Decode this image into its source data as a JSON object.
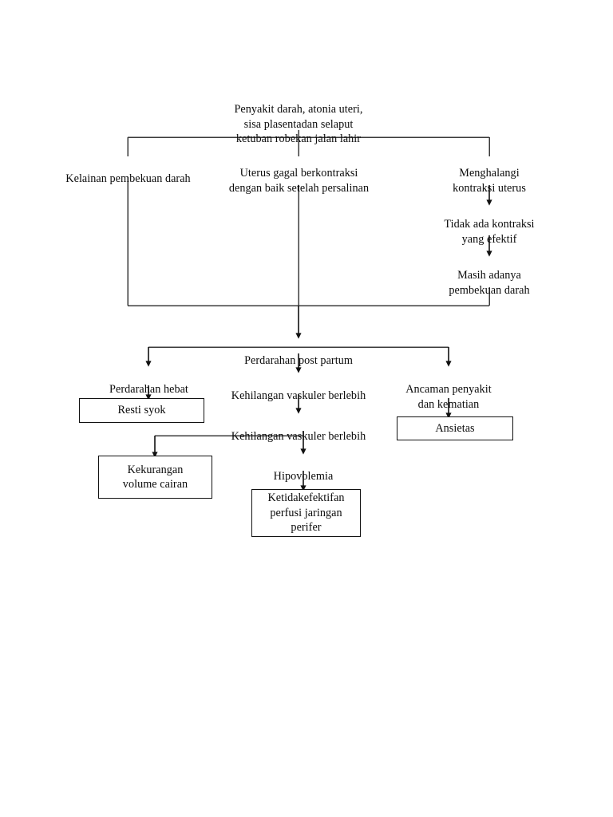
{
  "document": {
    "type": "flowchart",
    "title": "Pathway Perdarahan Post Partum",
    "language": "id",
    "background_color": "#ffffff",
    "line_color": "#1a1a1a",
    "text_color": "#0b0b0b"
  },
  "nodes": {
    "root": {
      "id": "root",
      "label": "Penyakit darah, atonia uteri,\nsisa plasentadan selaput\nketuban robekan jalan lahir",
      "shape": "plain"
    },
    "branch_left": {
      "id": "branch-left",
      "label": "Kelainan pembekuan darah",
      "shape": "plain"
    },
    "branch_center": {
      "id": "branch-center",
      "label": "Uterus gagal berkontraksi\ndengan baik setelah persalinan",
      "shape": "plain"
    },
    "branch_right": {
      "id": "branch-right",
      "label": "Menghalangi\nkontraksi uterus",
      "shape": "plain"
    },
    "right_step_2": {
      "id": "right-step-2",
      "label": "Tidak ada kontraksi\nyang efektif",
      "shape": "plain"
    },
    "right_step_3": {
      "id": "right-step-3",
      "label": "Masih adanya\npembekuan darah",
      "shape": "plain"
    },
    "post_partum": {
      "id": "post-partum",
      "label": "Perdarahan post partum",
      "shape": "plain"
    },
    "perdarahan_hebat": {
      "id": "perdarahan-hebat",
      "label": "Perdarahan hebat",
      "shape": "plain"
    },
    "resti_syok": {
      "id": "resti-syok",
      "label": "Resti syok",
      "shape": "box"
    },
    "kehilangan_vaskuler_1": {
      "id": "kehilangan-vaskuler-1",
      "label": "Kehilangan vaskuler berlebih",
      "shape": "plain"
    },
    "kehilangan_vaskuler_2": {
      "id": "kehilangan-vaskuler-2",
      "label": "Kehilangan vaskuler berlebih",
      "shape": "plain"
    },
    "ancaman": {
      "id": "ancaman-penyakit",
      "label": "Ancaman penyakit\ndan kematian",
      "shape": "plain"
    },
    "ansietas": {
      "id": "ansietas",
      "label": "Ansietas",
      "shape": "box"
    },
    "kekurangan_volume": {
      "id": "kekurangan-volume-cairan",
      "label": "Kekurangan\nvolume cairan",
      "shape": "box"
    },
    "hipovolemia": {
      "id": "hipovolemia",
      "label": "Hipovolemia",
      "shape": "plain"
    },
    "ketidakefektifan": {
      "id": "ketidakefektifan-perfusi",
      "label": "Ketidakefektifan\nperfusi jaringan\nperifer",
      "shape": "box"
    }
  },
  "edges": [
    {
      "from": "root",
      "to": "branch-left",
      "style": "elbow"
    },
    {
      "from": "root",
      "to": "branch-center",
      "style": "straight"
    },
    {
      "from": "root",
      "to": "branch-right",
      "style": "elbow"
    },
    {
      "from": "branch-right",
      "to": "right-step-2",
      "style": "arrow"
    },
    {
      "from": "right-step-2",
      "to": "right-step-3",
      "style": "arrow"
    },
    {
      "from": "branch-left",
      "to": "post-partum",
      "style": "elbow"
    },
    {
      "from": "branch-center",
      "to": "post-partum",
      "style": "arrow"
    },
    {
      "from": "right-step-3",
      "to": "post-partum",
      "style": "elbow"
    },
    {
      "from": "post-partum",
      "to": "perdarahan-hebat",
      "style": "elbow-arrow"
    },
    {
      "from": "post-partum",
      "to": "kehilangan-vaskuler-1",
      "style": "arrow"
    },
    {
      "from": "post-partum",
      "to": "ancaman-penyakit",
      "style": "elbow-arrow"
    },
    {
      "from": "perdarahan-hebat",
      "to": "resti-syok",
      "style": "arrow"
    },
    {
      "from": "kehilangan-vaskuler-1",
      "to": "kehilangan-vaskuler-2",
      "style": "arrow"
    },
    {
      "from": "ancaman-penyakit",
      "to": "ansietas",
      "style": "arrow"
    },
    {
      "from": "kehilangan-vaskuler-2",
      "to": "kekurangan-volume-cairan",
      "style": "elbow-arrow"
    },
    {
      "from": "kehilangan-vaskuler-2",
      "to": "hipovolemia",
      "style": "arrow"
    },
    {
      "from": "hipovolemia",
      "to": "ketidakefektifan-perfusi",
      "style": "arrow"
    }
  ]
}
